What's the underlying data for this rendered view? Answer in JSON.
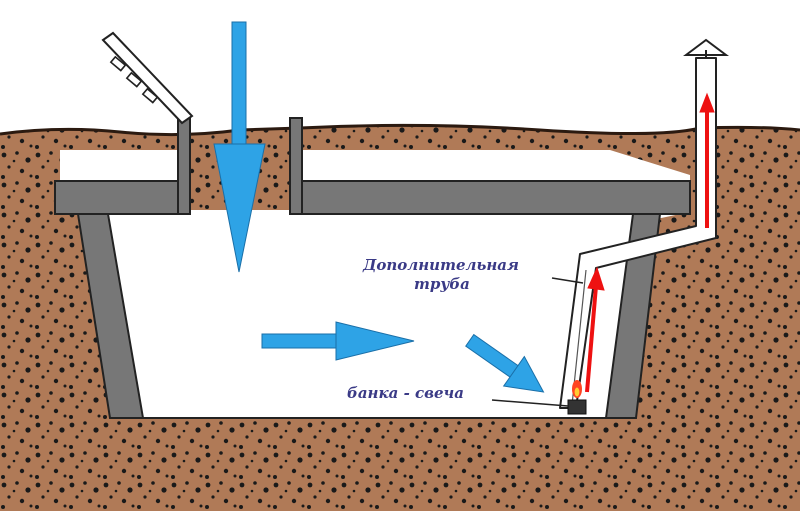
{
  "labels": {
    "extra_pipe_line1": "Дополнительная",
    "extra_pipe_line2": "труба",
    "candle_jar": "банка - свеча"
  },
  "colors": {
    "soil": "#b07a57",
    "soil_dots": "#1a1a1a",
    "wall": "#777777",
    "cellar_interior": "#ffffff",
    "airflow_arrow": "#2ea3e6",
    "warm_flow_arrow": "#ee1111",
    "label_text": "#3a3a86",
    "outline": "#222222"
  },
  "icons": {
    "vent_cap": "vent-cap-icon",
    "candle": "candle-flame-icon"
  }
}
